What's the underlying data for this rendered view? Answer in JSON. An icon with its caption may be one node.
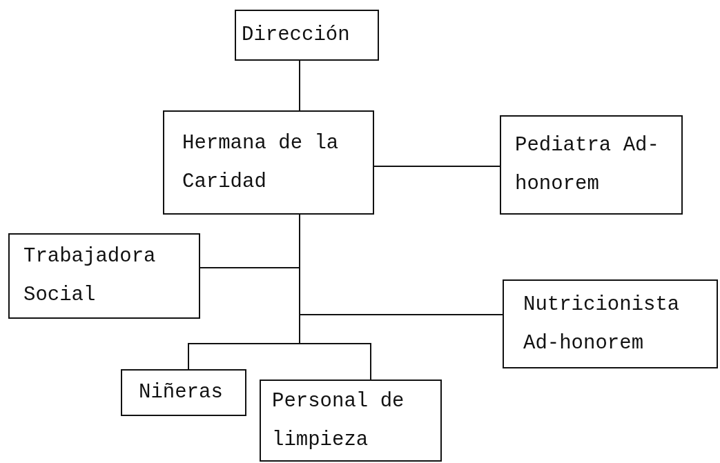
{
  "diagram": {
    "nodes": [
      {
        "text": [
          "Dirección"
        ]
      },
      {
        "text": [
          "Hermana de la Caridad"
        ]
      },
      {
        "text": [
          "Pediatra Ad-honorem"
        ]
      },
      {
        "text": [
          "Trabajadora Social"
        ]
      },
      {
        "text": [
          "Nutricionista Ad-honorem"
        ]
      },
      {
        "text": [
          "Niñeras"
        ]
      },
      {
        "text": [
          "Personal de limpieza"
        ]
      }
    ],
    "edges": [
      {
        "from": 0,
        "to": 1,
        "arrow": "none"
      },
      {
        "from": 1,
        "to": 2,
        "arrow": "none"
      },
      {
        "from": 1,
        "to": 3,
        "arrow": "none"
      },
      {
        "from": 1,
        "to": 4,
        "arrow": "none"
      },
      {
        "from": 1,
        "to": 5,
        "arrow": "none"
      },
      {
        "from": 1,
        "to": 6,
        "arrow": "none"
      }
    ]
  }
}
